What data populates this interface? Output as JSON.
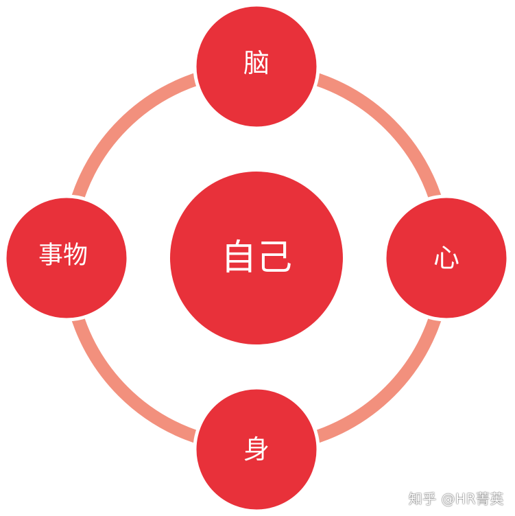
{
  "diagram": {
    "colors": {
      "node_fill": "#E8313A",
      "ring_stroke": "#F2907D",
      "label_color": "#FFFFFF"
    },
    "center_node": {
      "label": "自己"
    },
    "outer_nodes": {
      "top": {
        "label": "脑"
      },
      "right": {
        "label": "心"
      },
      "bottom": {
        "label": "身"
      },
      "left": {
        "label": "事物"
      }
    }
  },
  "watermark": "知乎 @HR菁英"
}
